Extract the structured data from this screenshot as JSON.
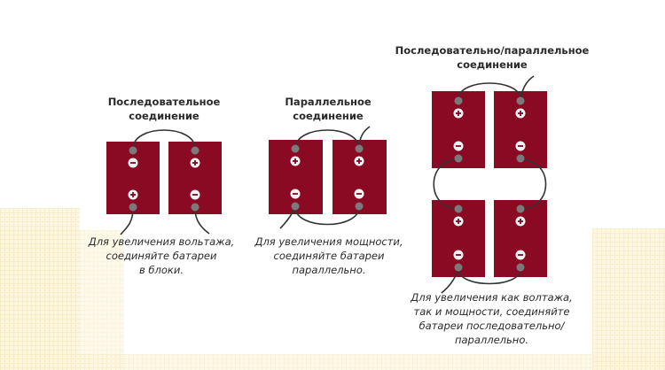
{
  "colors": {
    "battery": "#8a0a24",
    "terminal": "#7a7a7a",
    "wire": "#333333",
    "sign_bg": "#f2f2f2",
    "sign_fg": "#8a0a24",
    "background_pattern": "#fdf6dc"
  },
  "diagrams": [
    {
      "id": "series",
      "title_lines": [
        "Последовательное",
        "соединение"
      ],
      "caption_lines": [
        "Для увеличения вольтажа,",
        "соединяйте батареи",
        "в блоки."
      ],
      "batteries": [
        {
          "top_sign": "−",
          "bottom_sign": "+"
        },
        {
          "top_sign": "+",
          "bottom_sign": "−"
        }
      ]
    },
    {
      "id": "parallel",
      "title_lines": [
        "Параллельное",
        "соединение"
      ],
      "caption_lines": [
        "Для увеличения мощности,",
        "соединяйте батареи",
        "параллельно."
      ],
      "batteries": [
        {
          "top_sign": "+",
          "bottom_sign": "−"
        },
        {
          "top_sign": "+",
          "bottom_sign": "−"
        }
      ]
    },
    {
      "id": "series-parallel",
      "title_lines": [
        "Последовательно/параллельное",
        "соединение"
      ],
      "caption_lines": [
        "Для увеличения как волтажа,",
        "так и мощности, соединяйте",
        "батареи последовательно/",
        "параллельно."
      ],
      "batteries": [
        {
          "top_sign": "+",
          "bottom_sign": "−"
        },
        {
          "top_sign": "+",
          "bottom_sign": "−"
        },
        {
          "top_sign": "+",
          "bottom_sign": "−"
        },
        {
          "top_sign": "+",
          "bottom_sign": "−"
        }
      ]
    }
  ]
}
